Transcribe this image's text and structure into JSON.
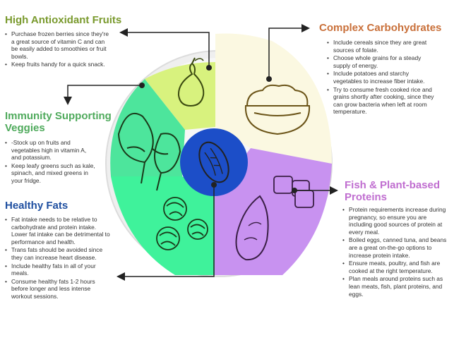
{
  "colors": {
    "fruits": "#7a9a2e",
    "carbs": "#c9703a",
    "veggies": "#4faa5c",
    "fats": "#1f4fa0",
    "proteins": "#c06ed0",
    "fruit_wedge": "#d8f27e",
    "veg_wedge": "#4de59c",
    "fat_wedge": "#3ff29b",
    "carb_wedge": "#fbf8e1",
    "protein_wedge": "#c892f0",
    "center": "#1c4ec8"
  },
  "sections": {
    "fruits": {
      "title": "High Antioxidant Fruits",
      "items": [
        "Purchase frozen berries since they're a great source of vitamin C and can be easily added to smoothies or fruit bowls.",
        "Keep fruits handy for a quick snack."
      ]
    },
    "carbs": {
      "title": "Complex Carbohydrates",
      "items": [
        "Include cereals since they are great sources of folate.",
        "Choose whole grains for a steady supply of energy.",
        "Include potatoes and starchy vegetables to increase fiber intake.",
        "Try to consume fresh cooked rice and grains shortly after cooking, since they can grow bacteria when left at room temperature."
      ]
    },
    "veggies": {
      "title_line1": "Immunity Supporting",
      "title_line2": "Veggies",
      "items": [
        "-Stock up on fruits and vegetables high in vitamin A, and potassium.",
        "Keep leafy greens such as kale, spinach, and mixed greens in your fridge."
      ]
    },
    "fats": {
      "title": "Healthy Fats",
      "items": [
        "Fat intake needs to be relative to carbohydrate and protein intake. Lower fat intake can be detrimental to performance and health.",
        "Trans fats should be avoided since they can increase heart disease.",
        "Include healthy fats in all of your meals.",
        "Consume healthy fats 1-2 hours before longer and less intense workout sessions."
      ]
    },
    "proteins": {
      "title_line1": "Fish & Plant-based",
      "title_line2": "Proteins",
      "items": [
        "Protein requirements increase during pregnancy, so ensure you are including good sources of protein at every meal.",
        "Boiled eggs, canned tuna, and beans are a great on-the-go options to increase protein intake.",
        "Ensure meats, poultry, and fish are cooked at the right temperature.",
        "Plan meals around proteins such as lean meats, fish, plant proteins, and eggs."
      ]
    }
  }
}
